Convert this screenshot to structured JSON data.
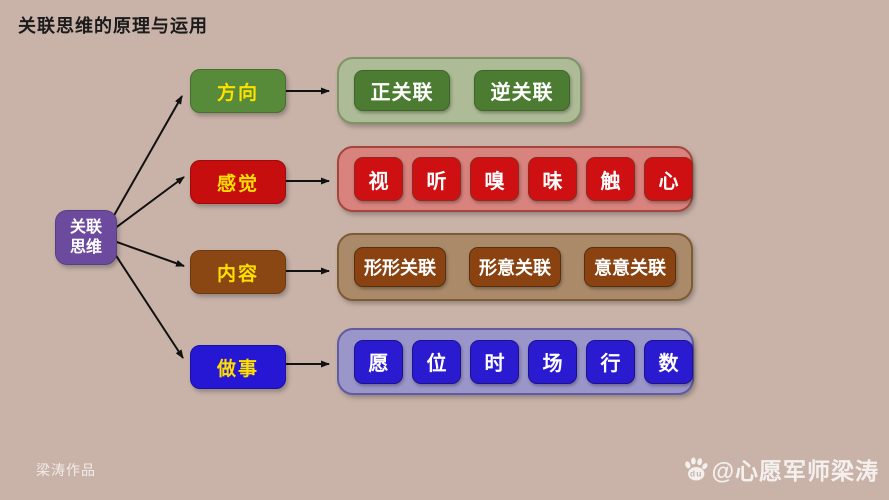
{
  "title": "关联思维的原理与运用",
  "root": {
    "lines": [
      "关联",
      "思维"
    ]
  },
  "branches": [
    {
      "id": "direction",
      "label": "方向",
      "items": [
        "正关联",
        "逆关联"
      ]
    },
    {
      "id": "sense",
      "label": "感觉",
      "items": [
        "视",
        "听",
        "嗅",
        "味",
        "触",
        "心"
      ]
    },
    {
      "id": "content",
      "label": "内容",
      "items": [
        "形形关联",
        "形意关联",
        "意意关联"
      ]
    },
    {
      "id": "action",
      "label": "做事",
      "items": [
        "愿",
        "位",
        "时",
        "场",
        "行",
        "数"
      ]
    }
  ],
  "footer": {
    "credit": "梁涛作品",
    "watermark": "@心愿军师梁涛",
    "watermark_icon": "baidu-paw-icon",
    "watermark_icon_text": "du"
  },
  "colors": {
    "bg": "#c9b3a9",
    "ink": "#1b1b1b",
    "yellow": "#ffdf00",
    "arrow": "#111111",
    "purple": "#6c4b9f",
    "purple-border": "#57407f",
    "green": "#578a39",
    "green-edge": "#476f2e",
    "green-pane": "#adbb96",
    "green-pane-edge": "#7e9465",
    "green-chip": "#4c7c32",
    "green-chip-edge": "#3e6628",
    "red": "#c60e0e",
    "red-edge": "#9e0b0b",
    "red-pane": "#d9837e",
    "red-pane-edge": "#a6453b",
    "red-chip": "#cf1012",
    "red-chip-edge": "#8e2a1f",
    "brown": "#8a4714",
    "brown-edge": "#6e390f",
    "brown-pane": "#ab8a6a",
    "brown-pane-edge": "#7c5c33",
    "brown-chip": "#8a4210",
    "brown-chip-edge": "#57310f",
    "blue": "#2517d3",
    "blue-edge": "#1c11a5",
    "blue-pane": "#9b96ca",
    "blue-pane-edge": "#605ba3",
    "blue-chip": "#2a1bd1",
    "blue-chip-edge": "#1c1290"
  }
}
